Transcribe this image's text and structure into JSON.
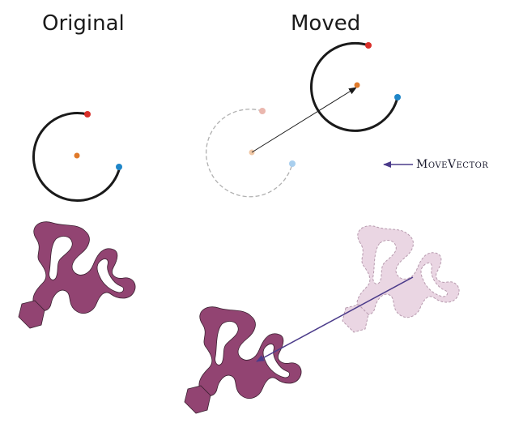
{
  "titles": {
    "original": "Original",
    "moved": "Moved"
  },
  "legend": {
    "move_vector_label": "MoveVector",
    "arrow_color": "#4b3b8a"
  },
  "colors": {
    "arc": "#1a1a1a",
    "arc_ghost": "#b0b0b0",
    "start_point": "#d9302a",
    "end_point": "#1f86c8",
    "center_point": "#e07a2a",
    "shape_fill": "#924472",
    "shape_ghost_fill": "#ead6e3",
    "ghost_outline": "#b79aae"
  },
  "icons": {
    "arc_start": "red-point",
    "arc_end": "blue-point",
    "arc_center": "orange-point"
  }
}
